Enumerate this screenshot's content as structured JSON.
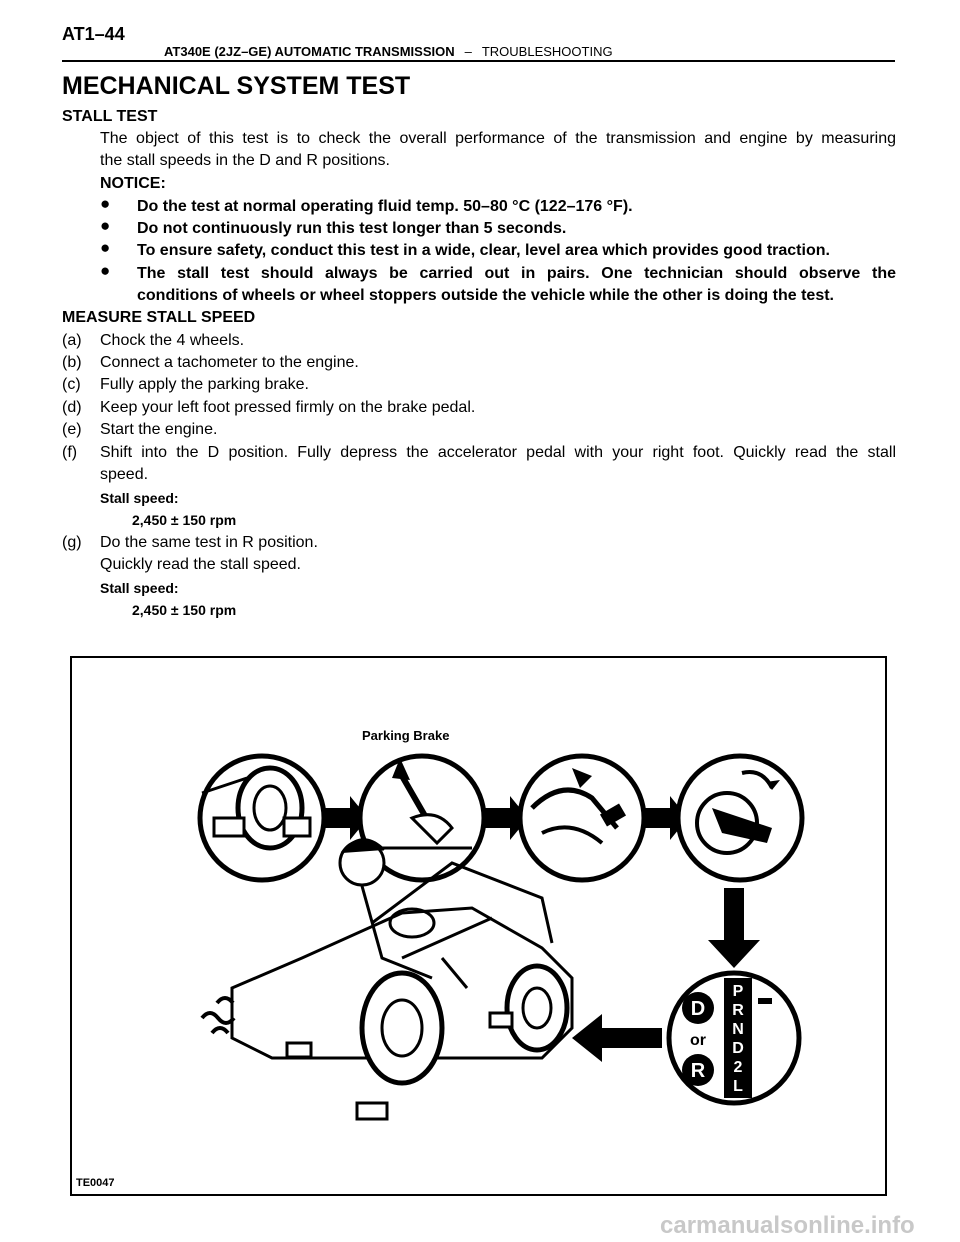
{
  "header": {
    "page_number": "AT1–44",
    "manual_title": "AT340E (2JZ–GE) AUTOMATIC TRANSMISSION",
    "separator": "–",
    "section": "TROUBLESHOOTING"
  },
  "section_title": "MECHANICAL SYSTEM TEST",
  "stall_test": {
    "heading": "STALL TEST",
    "intro_line1": "The object of this test is to check the overall performance of the transmission and engine by measuring",
    "intro_line2": "the stall speeds in the D and R positions.",
    "notice_label": "NOTICE:",
    "notices": [
      "Do the test at normal operating fluid temp. 50–80 °C (122–176 °F).",
      "Do not continuously run this test longer than 5 seconds.",
      "To ensure safety, conduct this test in a wide, clear, level area which provides good traction.",
      "The stall test should always be carried out in pairs. One technician should observe the",
      "conditions of wheels or wheel stoppers outside the vehicle while the other is doing the test."
    ]
  },
  "measure": {
    "heading": "MEASURE STALL SPEED",
    "steps": [
      {
        "label": "(a)",
        "text": "Chock the 4 wheels."
      },
      {
        "label": "(b)",
        "text": "Connect a tachometer to the engine."
      },
      {
        "label": "(c)",
        "text": "Fully apply the parking brake."
      },
      {
        "label": "(d)",
        "text": "Keep your left foot pressed firmly on the brake pedal."
      },
      {
        "label": "(e)",
        "text": "Start the engine."
      },
      {
        "label": "(f)",
        "text": "Shift into the D position. Fully depress the accelerator pedal with your right foot. Quickly read the stall",
        "text2": "speed."
      },
      {
        "label": "(g)",
        "text": "Do the same test in R position.",
        "text2": "Quickly read the stall speed."
      }
    ],
    "spec_label": "Stall speed:",
    "spec_value": "2,450 ± 150 rpm"
  },
  "figure": {
    "caption": "Parking Brake",
    "code": "TE0047",
    "or_label": "or",
    "d_label": "D",
    "r_label": "R",
    "selector": [
      "P",
      "R",
      "N",
      "D",
      "2",
      "L"
    ]
  },
  "watermark": "carmanualsonline.info"
}
